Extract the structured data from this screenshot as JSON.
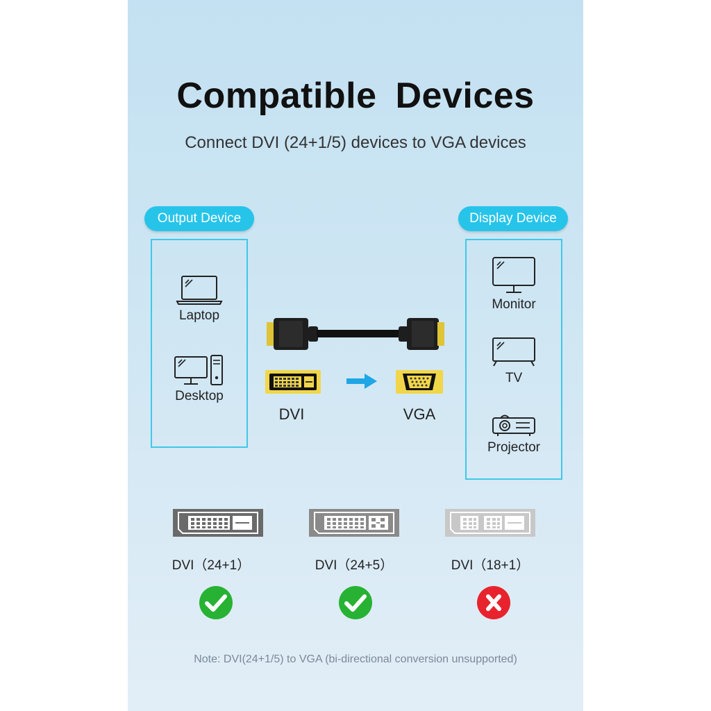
{
  "title": "Compatible  Devices",
  "subtitle": "Connect DVI (24+1/5) devices to VGA devices",
  "output": {
    "label": "Output Device",
    "devices": [
      "Laptop",
      "Desktop"
    ]
  },
  "display": {
    "label": "Display Device",
    "devices": [
      "Monitor",
      "TV",
      "Projector"
    ]
  },
  "cable": {
    "from_label": "DVI",
    "to_label": "VGA"
  },
  "connector_types": [
    {
      "label": "DVI（24+1）",
      "supported": true
    },
    {
      "label": "DVI（24+5）",
      "supported": true
    },
    {
      "label": "DVI（18+1）",
      "supported": false
    }
  ],
  "colors": {
    "accent": "#27c4ea",
    "check": "#27b233",
    "cross": "#e8232e",
    "gold": "#f2d64a"
  },
  "note": "Note:  DVI(24+1/5) to VGA (bi-directional conversion unsupported)"
}
